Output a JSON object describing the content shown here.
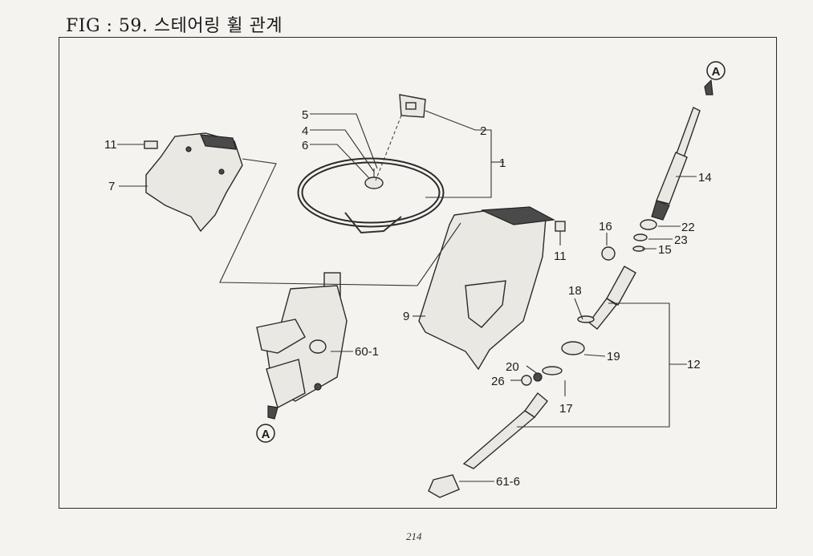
{
  "title": "FIG : 59. 스테어링 휠 관계",
  "page_number": "214",
  "ref_marker": "A",
  "callouts": [
    "1",
    "2",
    "4",
    "5",
    "6",
    "7",
    "9",
    "11",
    "11",
    "12",
    "14",
    "15",
    "16",
    "17",
    "18",
    "19",
    "20",
    "22",
    "23",
    "26",
    "60-1",
    "61-6"
  ]
}
